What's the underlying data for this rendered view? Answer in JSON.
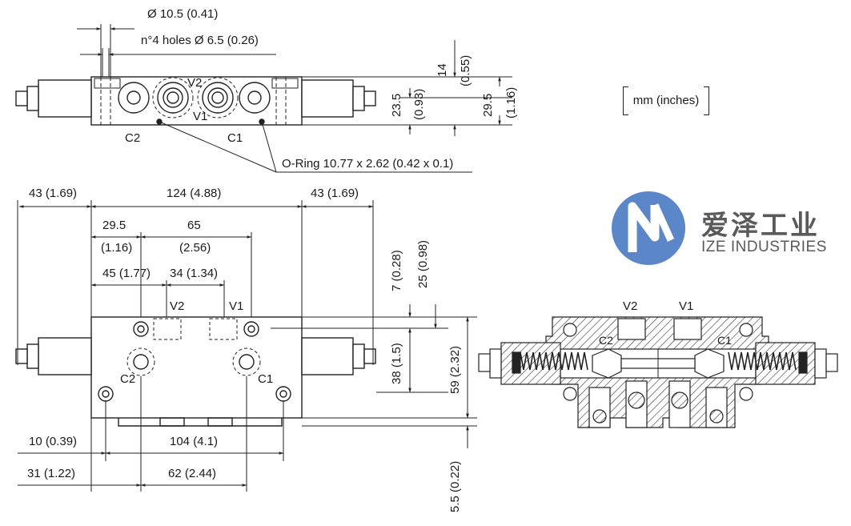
{
  "top_view": {
    "hole_dia_label": "Ø 10.5 (0.41)",
    "holes_label": "n°4 holes Ø 6.5 (0.26)",
    "port_v2": "V2",
    "port_v1": "V1",
    "port_c2": "C2",
    "port_c1": "C1",
    "oring_label": "O-Ring 10.77 x 2.62 (0.42 x 0.1)",
    "dim_14": "14",
    "dim_0_55": "(0.55)",
    "dim_23_5": "23.5",
    "dim_0_93": "(0.93)",
    "dim_29_5": "29.5",
    "dim_1_16": "(1.16)"
  },
  "units_label": "mm  (inches)",
  "front_view": {
    "dim_left": "43 (1.69)",
    "dim_center": "124 (4.88)",
    "dim_right": "43 (1.69)",
    "dim_29_5": "29.5",
    "dim_1_16": "(1.16)",
    "dim_65": "65",
    "dim_2_56": "(2.56)",
    "dim_45": "45 (1.77)",
    "dim_34": "34 (1.34)",
    "port_v2": "V2",
    "port_v1": "V1",
    "port_c2": "C2",
    "port_c1": "C1",
    "dim_7": "7 (0.28)",
    "dim_25": "25 (0.98)",
    "dim_38": "38 (1.5)",
    "dim_59": "59 (2.32)",
    "dim_10": "10 (0.39)",
    "dim_104": "104 (4.1)",
    "dim_31": "31 (1.22)",
    "dim_62": "62 (2.44)",
    "dim_5_5": "5.5 (0.22)"
  },
  "section_view": {
    "port_v2": "V2",
    "port_v1": "V1",
    "port_c2": "C2",
    "port_c1": "C1"
  },
  "logo": {
    "name_cn": "爱泽工业",
    "name_en": "IZE INDUSTRIES",
    "color_blue": "#5b86c8"
  }
}
